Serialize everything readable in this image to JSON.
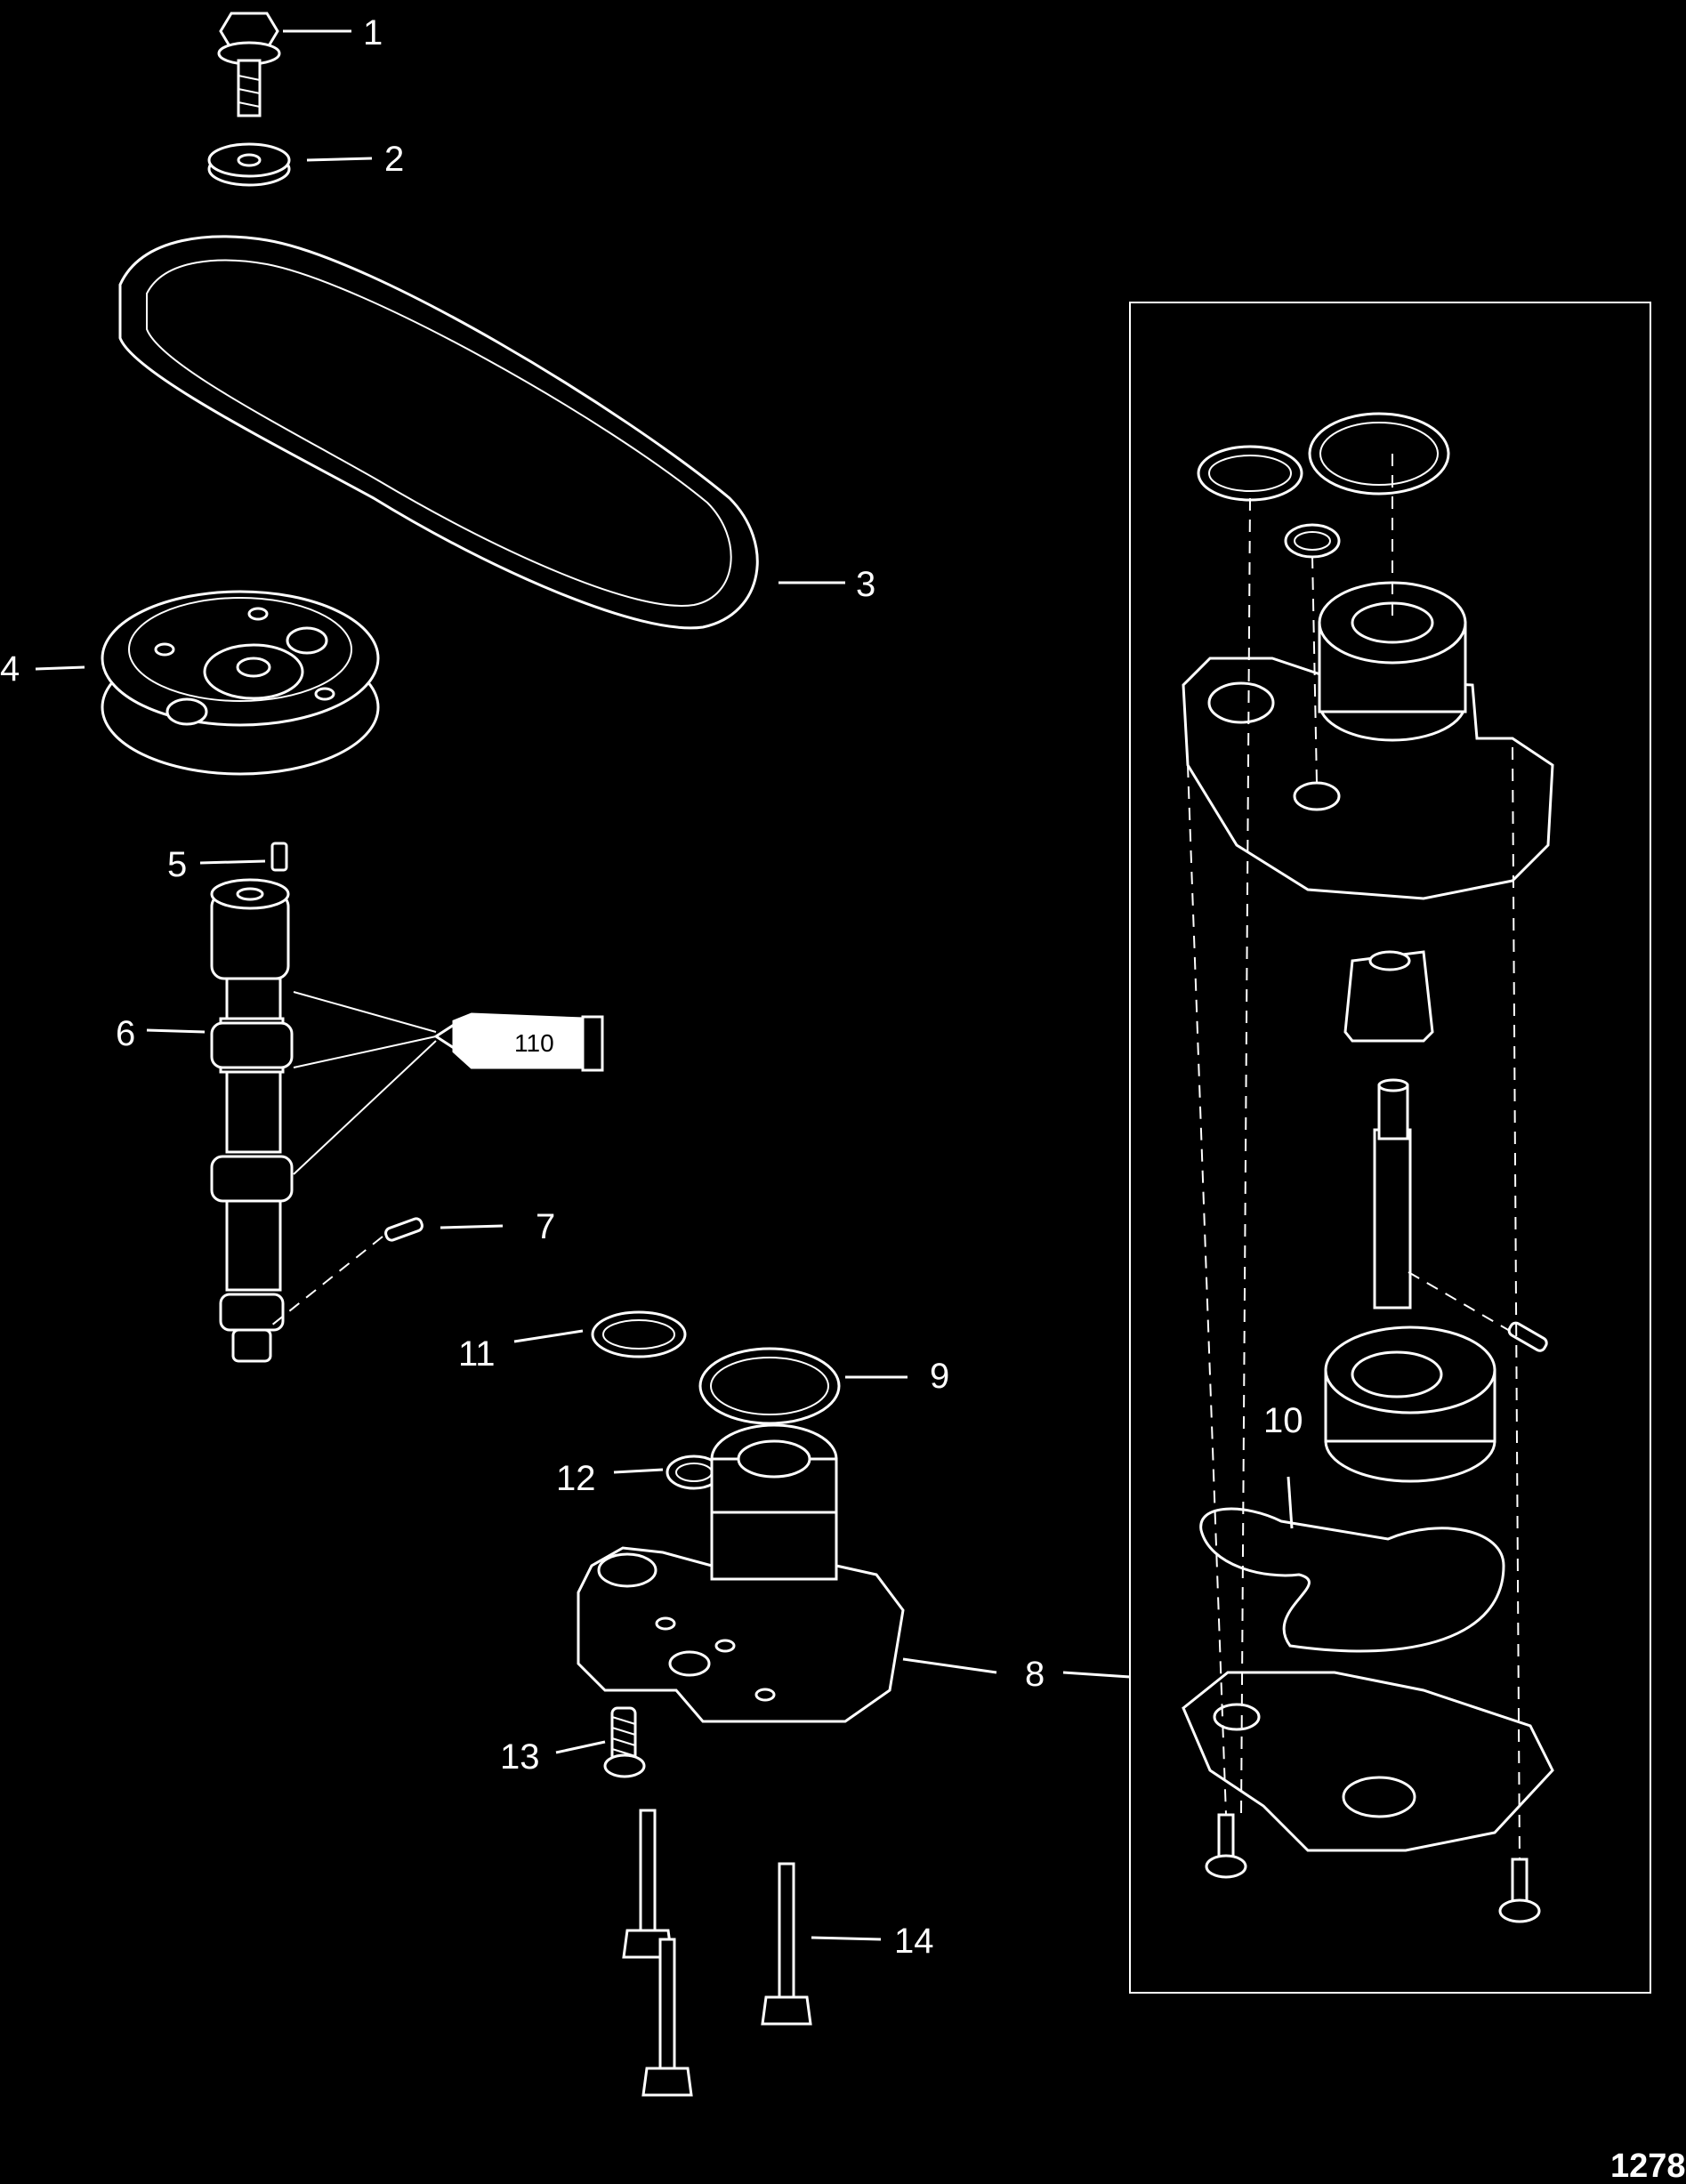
{
  "diagram": {
    "figure_id": "1278",
    "sealant_tube_label": "110",
    "callouts": [
      {
        "id": "c1",
        "label": "1"
      },
      {
        "id": "c2",
        "label": "2"
      },
      {
        "id": "c3",
        "label": "3"
      },
      {
        "id": "c4",
        "label": "4"
      },
      {
        "id": "c5",
        "label": "5"
      },
      {
        "id": "c6",
        "label": "6"
      },
      {
        "id": "c7",
        "label": "7"
      },
      {
        "id": "c8",
        "label": "8"
      },
      {
        "id": "c9",
        "label": "9"
      },
      {
        "id": "c10",
        "label": "10"
      },
      {
        "id": "c11",
        "label": "11"
      },
      {
        "id": "c12",
        "label": "12"
      },
      {
        "id": "c13",
        "label": "13"
      },
      {
        "id": "c14",
        "label": "14"
      }
    ]
  }
}
